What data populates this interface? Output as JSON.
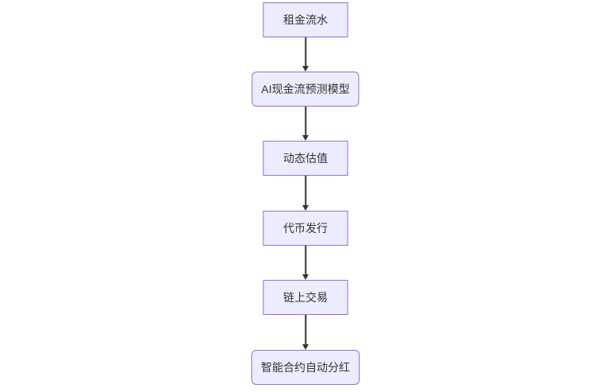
{
  "diagram": {
    "type": "flowchart",
    "direction": "top-down",
    "colors": {
      "background": "#FFFFFF",
      "node_fill": "#ECECFF",
      "node_border": "#9370DB",
      "text": "#333333",
      "arrow": "#333333"
    },
    "nodes": [
      {
        "id": "rent-income",
        "label": "租金流水",
        "shape": "rect"
      },
      {
        "id": "ai-cashflow-model",
        "label": "AI现金流预测模型",
        "shape": "rounded"
      },
      {
        "id": "dynamic-valuation",
        "label": "动态估值",
        "shape": "rect"
      },
      {
        "id": "token-issuance",
        "label": "代币发行",
        "shape": "rect"
      },
      {
        "id": "onchain-trading",
        "label": "链上交易",
        "shape": "rect"
      },
      {
        "id": "smart-contract-dividend",
        "label": "智能合约自动分红",
        "shape": "rounded"
      }
    ],
    "edges": [
      {
        "from": "rent-income",
        "to": "ai-cashflow-model"
      },
      {
        "from": "ai-cashflow-model",
        "to": "dynamic-valuation"
      },
      {
        "from": "dynamic-valuation",
        "to": "token-issuance"
      },
      {
        "from": "token-issuance",
        "to": "onchain-trading"
      },
      {
        "from": "onchain-trading",
        "to": "smart-contract-dividend"
      }
    ]
  }
}
